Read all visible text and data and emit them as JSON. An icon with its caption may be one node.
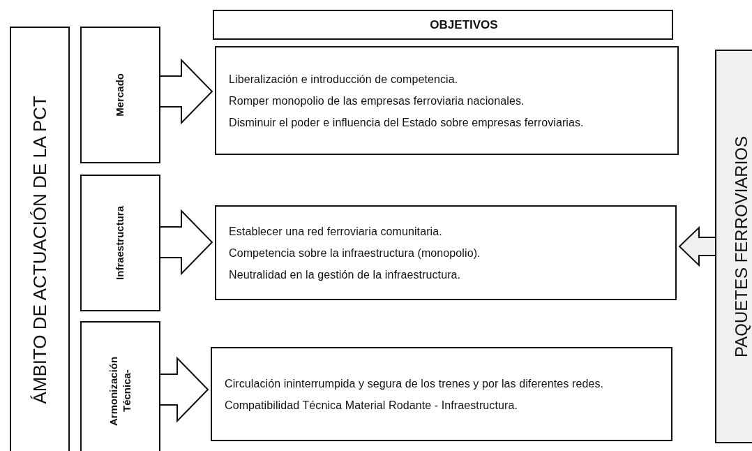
{
  "diagram": {
    "nodes": [
      {
        "text": [
          "ÁMBITO DE ACTUACIÓN DE LA PCT"
        ]
      },
      {
        "text": [
          "OBJETIVOS"
        ]
      },
      {
        "text": [
          "Mercado"
        ]
      },
      {
        "text": [
          "Liberalización e introducción de competencia.",
          "Romper monopolio de las empresas ferroviaria nacionales.",
          "Disminuir el poder e influencia del Estado sobre empresas ferroviarias."
        ]
      },
      {
        "text": [
          "Infraestructura"
        ]
      },
      {
        "text": [
          "Establecer una red ferroviaria comunitaria.",
          "Competencia sobre la infraestructura (monopolio).",
          "Neutralidad en la gestión de la infraestructura."
        ]
      },
      {
        "text": [
          "Armonización Técnica-"
        ]
      },
      {
        "text": [
          "Circulación ininterrumpida y segura de los trenes y por las diferentes redes.",
          "Compatibilidad Técnica Material Rodante - Infraestructura."
        ]
      },
      {
        "text": [
          "PAQUETES FERROVIARIOS"
        ]
      }
    ],
    "edges": [
      {
        "from": 2,
        "to": 3,
        "arrow": "to"
      },
      {
        "from": 4,
        "to": 5,
        "arrow": "to"
      },
      {
        "from": 6,
        "to": 7,
        "arrow": "to"
      },
      {
        "from": 8,
        "to": 5,
        "arrow": "to"
      }
    ]
  }
}
